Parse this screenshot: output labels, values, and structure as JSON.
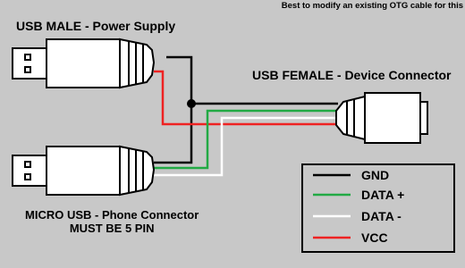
{
  "header_note": "Best to modify an existing OTG cable for this",
  "usb_male_label": "USB MALE - Power Supply",
  "usb_female_label": "USB FEMALE - Device Connector",
  "micro_usb_label_line1": "MICRO USB - Phone Connector",
  "micro_usb_label_line2": "MUST BE 5 PIN",
  "legend": [
    {
      "label": "GND",
      "color": "#000000"
    },
    {
      "label": "DATA +",
      "color": "#22aa44"
    },
    {
      "label": "DATA -",
      "color": "#ffffff"
    },
    {
      "label": "VCC",
      "color": "#ee2222"
    }
  ]
}
